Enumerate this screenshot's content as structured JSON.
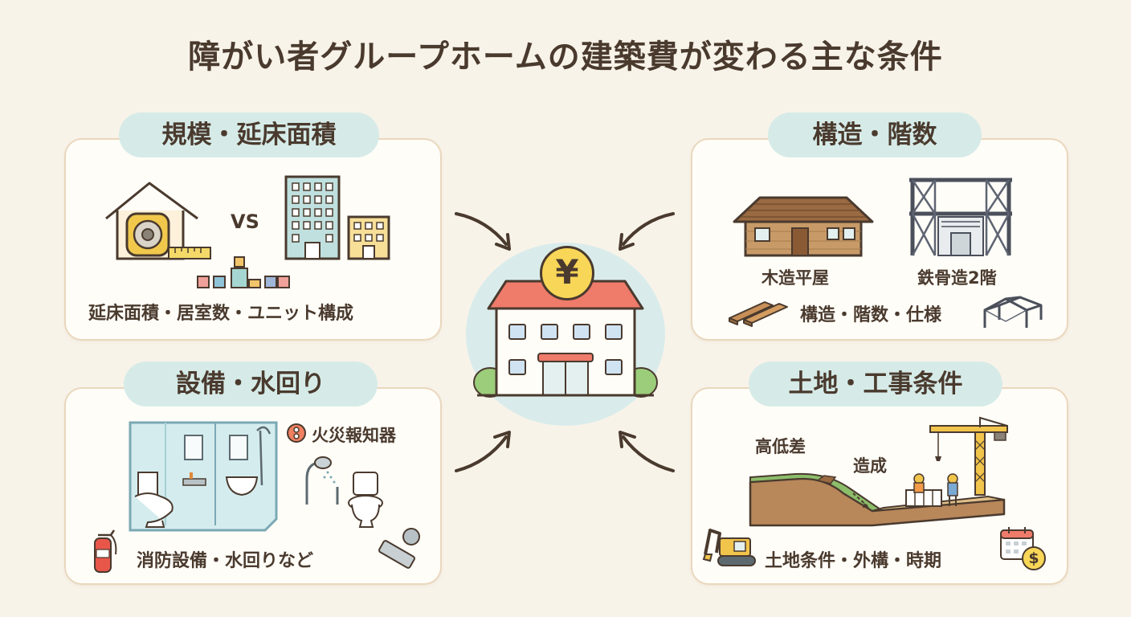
{
  "title": "障がい者グループホームの建築費が変わる主な条件",
  "center": {
    "symbol": "¥"
  },
  "sections": {
    "scale": {
      "heading": "規模・延床面積",
      "vs": "VS",
      "caption": "延床面積・居室数・ユニット構成"
    },
    "structure": {
      "heading": "構造・階数",
      "wood_label": "木造平屋",
      "steel_label": "鉄骨造2階",
      "caption": "構造・階数・仕様"
    },
    "equipment": {
      "heading": "設備・水回り",
      "alarm_label": "火災報知器",
      "caption": "消防設備・水回りなど"
    },
    "land": {
      "heading": "土地・工事条件",
      "elevation_label": "高低差",
      "grading_label": "造成",
      "caption": "土地条件・外構・時期",
      "dollar": "$"
    }
  },
  "colors": {
    "background": "#f8f3e9",
    "card_border": "#ead7bd",
    "pill": "#d6ebe8",
    "coin": "#f8d658",
    "roof": "#ef7b6b",
    "text": "#4a3a2e"
  }
}
